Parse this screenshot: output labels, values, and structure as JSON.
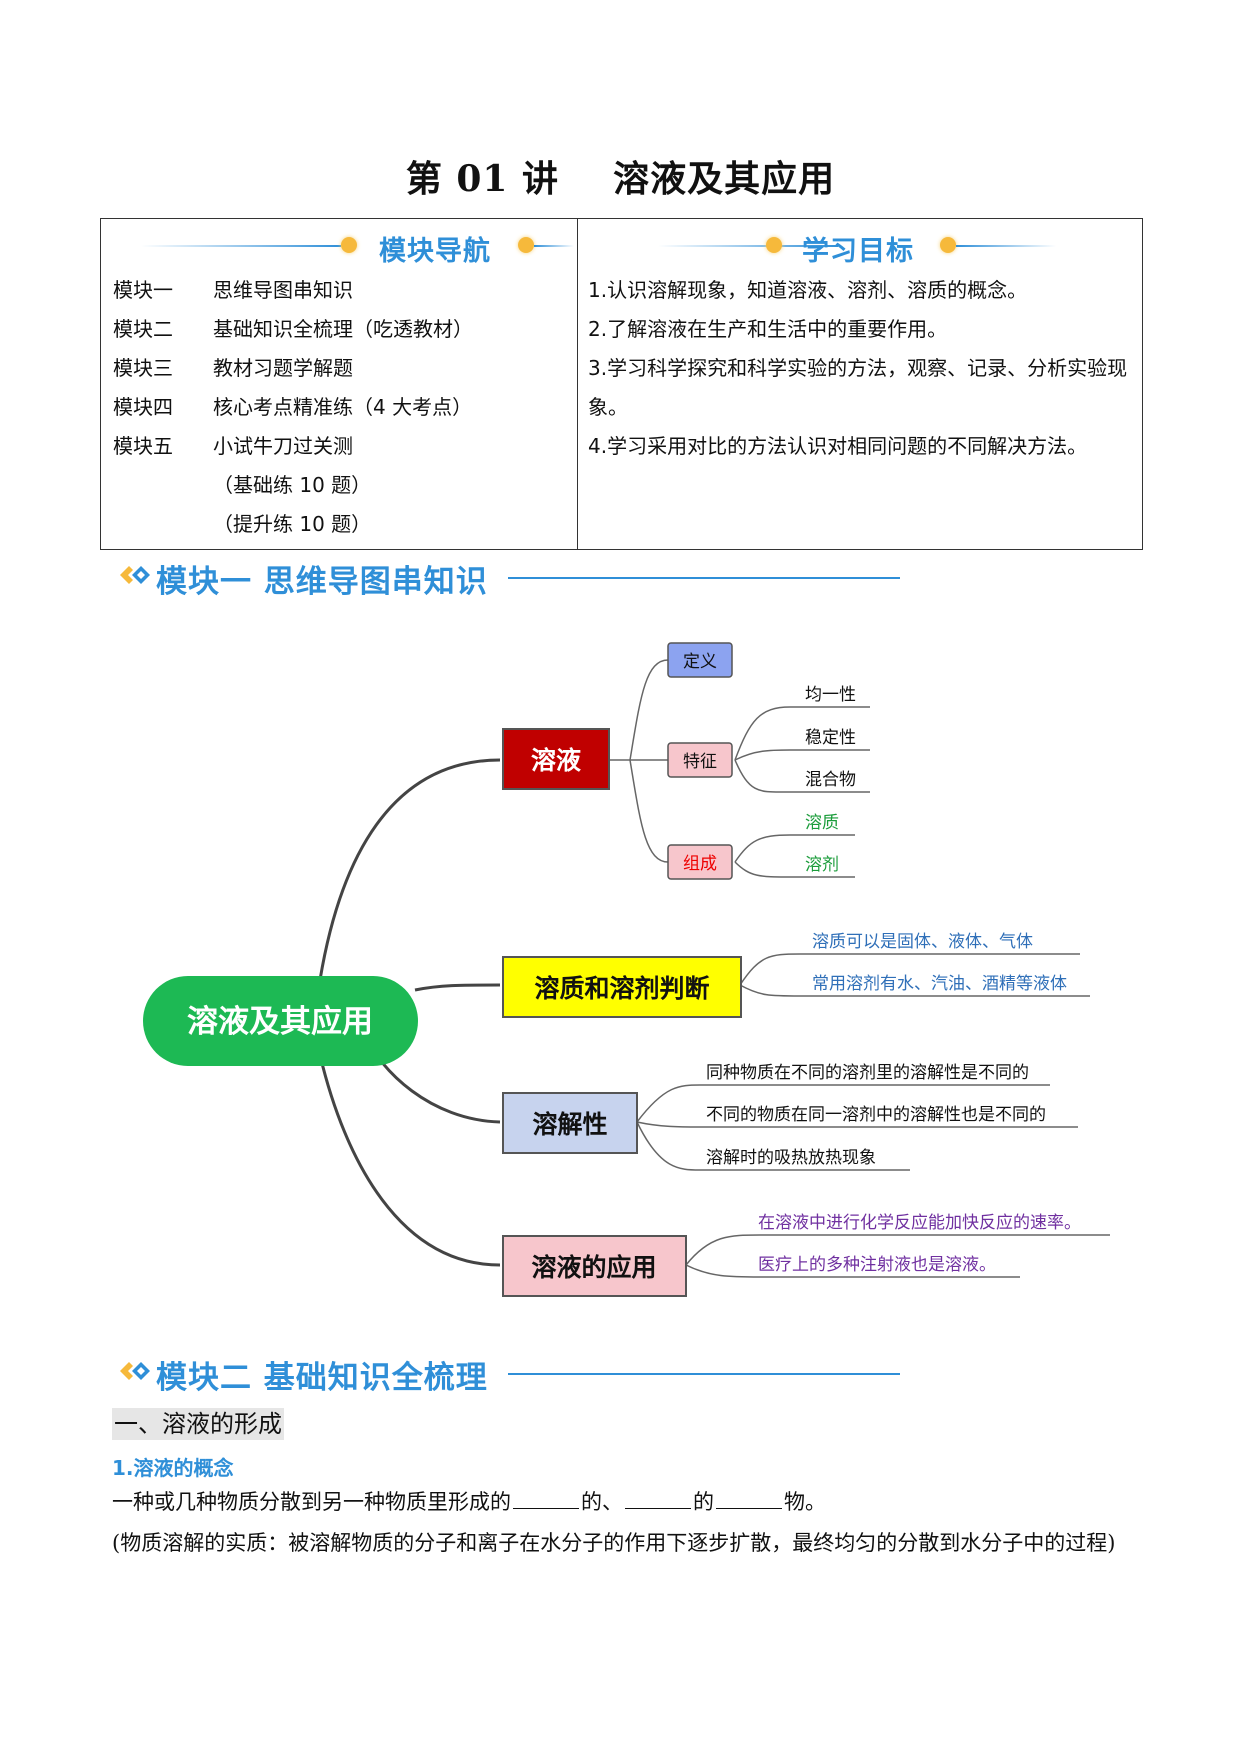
{
  "title": "第 01 讲    溶液及其应用",
  "nav": {
    "left_header": "模块导航",
    "modules": [
      {
        "key": "模块一",
        "value": "思维导图串知识"
      },
      {
        "key": "模块二",
        "value": "基础知识全梳理（吃透教材）"
      },
      {
        "key": "模块三",
        "value": "教材习题学解题"
      },
      {
        "key": "模块四",
        "value": "核心考点精准练（4 大考点）"
      },
      {
        "key": "模块五",
        "value": "小试牛刀过关测"
      },
      {
        "key": "",
        "value": "（基础练 10 题）"
      },
      {
        "key": "",
        "value": "（提升练 10 题）"
      }
    ],
    "right_header": "学习目标",
    "goals": [
      "1.认识溶解现象，知道溶液、溶剂、溶质的概念。",
      "2.了解溶液在生产和生活中的重要作用。",
      "3.学习科学探究和科学实验的方法，观察、记录、分析实验现象。",
      "4.学习采用对比的方法认识对相同问题的不同解决方法。"
    ]
  },
  "section1": {
    "title": "模块一 思维导图串知识"
  },
  "mindmap": {
    "center": "溶液及其应用",
    "branch1": {
      "label": "溶液",
      "color": "#c00000",
      "definition": "定义",
      "feature": "特征",
      "composition": "组成",
      "features": [
        "均一性",
        "稳定性",
        "混合物"
      ],
      "components": [
        "溶质",
        "溶剂"
      ]
    },
    "branch2": {
      "label": "溶质和溶剂判断",
      "color": "#ffff00",
      "items": [
        "溶质可以是固体、液体、气体",
        "常用溶剂有水、汽油、酒精等液体"
      ]
    },
    "branch3": {
      "label": "溶解性",
      "color": "#c7d3ee",
      "items": [
        "同种物质在不同的溶剂里的溶解性是不同的",
        "不同的物质在同一溶剂中的溶解性也是不同的",
        "溶解时的吸热放热现象"
      ]
    },
    "branch4": {
      "label": "溶液的应用",
      "color": "#f7c6cc",
      "items": [
        "在溶液中进行化学反应能加快反应的速率。",
        "医疗上的多种注射液也是溶液。"
      ]
    }
  },
  "section2": {
    "title": "模块二 基础知识全梳理"
  },
  "content": {
    "sub_heading": "一、溶液的形成",
    "h1": "1.溶液的概念",
    "line1_a": "一种或几种物质分散到另一种物质里形成的",
    "line1_b": "的、",
    "line1_c": "的",
    "line1_d": "物。",
    "line2": "(物质溶解的实质：被溶解物质的分子和离子在水分子的作用下逐步扩散，最终均匀的分散到水分子中的过程)"
  }
}
